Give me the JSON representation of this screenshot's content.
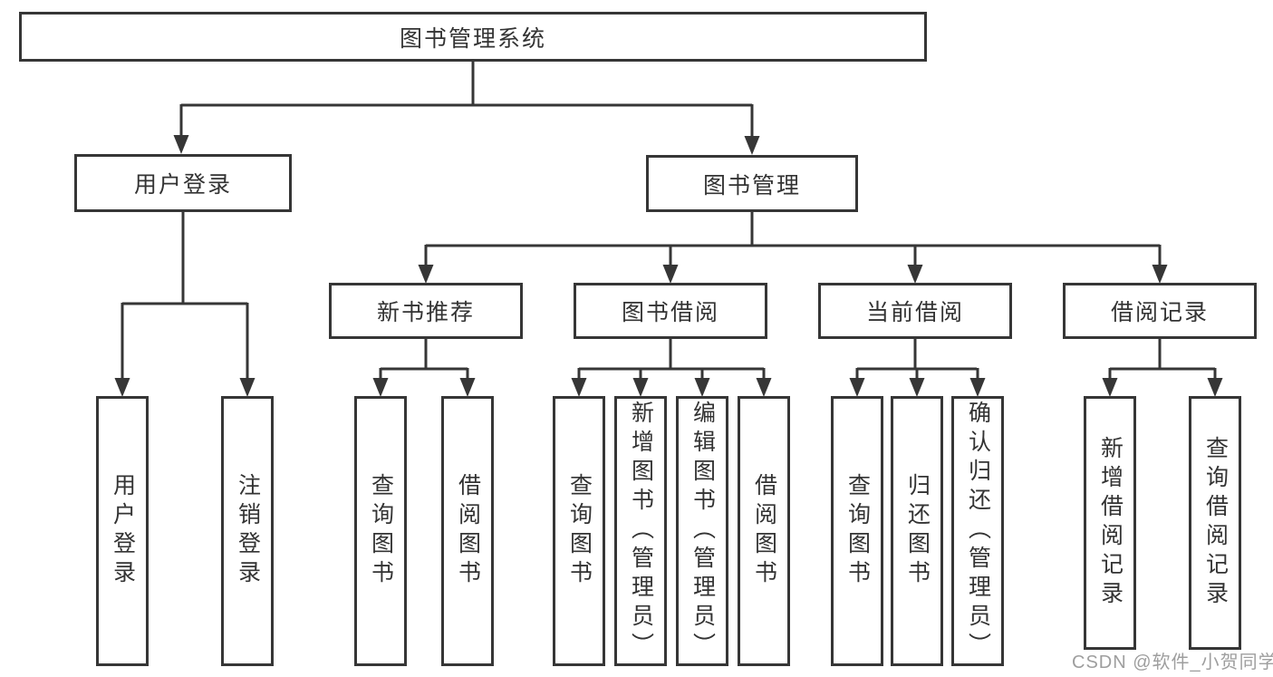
{
  "diagram": {
    "colors": {
      "line": "#363636",
      "text": "#333333",
      "watermark": "#9e9e9e",
      "box_bg": "#ffffff"
    },
    "root": {
      "label": "图书管理系统"
    },
    "level2": {
      "user_login": {
        "label": "用户登录"
      },
      "book_mgmt": {
        "label": "图书管理"
      }
    },
    "level3": {
      "new_books": {
        "label": "新书推荐"
      },
      "book_borrow": {
        "label": "图书借阅"
      },
      "current_borrow": {
        "label": "当前借阅"
      },
      "borrow_records": {
        "label": "借阅记录"
      }
    },
    "leaves": {
      "user_login": [
        "用户登录",
        "注销登录"
      ],
      "new_books": [
        "查询图书",
        "借阅图书"
      ],
      "book_borrow": [
        "查询图书",
        "新增图书（管理员）",
        "编辑图书（管理员）",
        "借阅图书"
      ],
      "current_borrow": [
        "查询图书",
        "归还图书",
        "确认归还（管理员）"
      ],
      "borrow_records": [
        "新增借阅记录",
        "查询借阅记录"
      ]
    },
    "watermark": "CSDN @软件_小贺同学"
  }
}
